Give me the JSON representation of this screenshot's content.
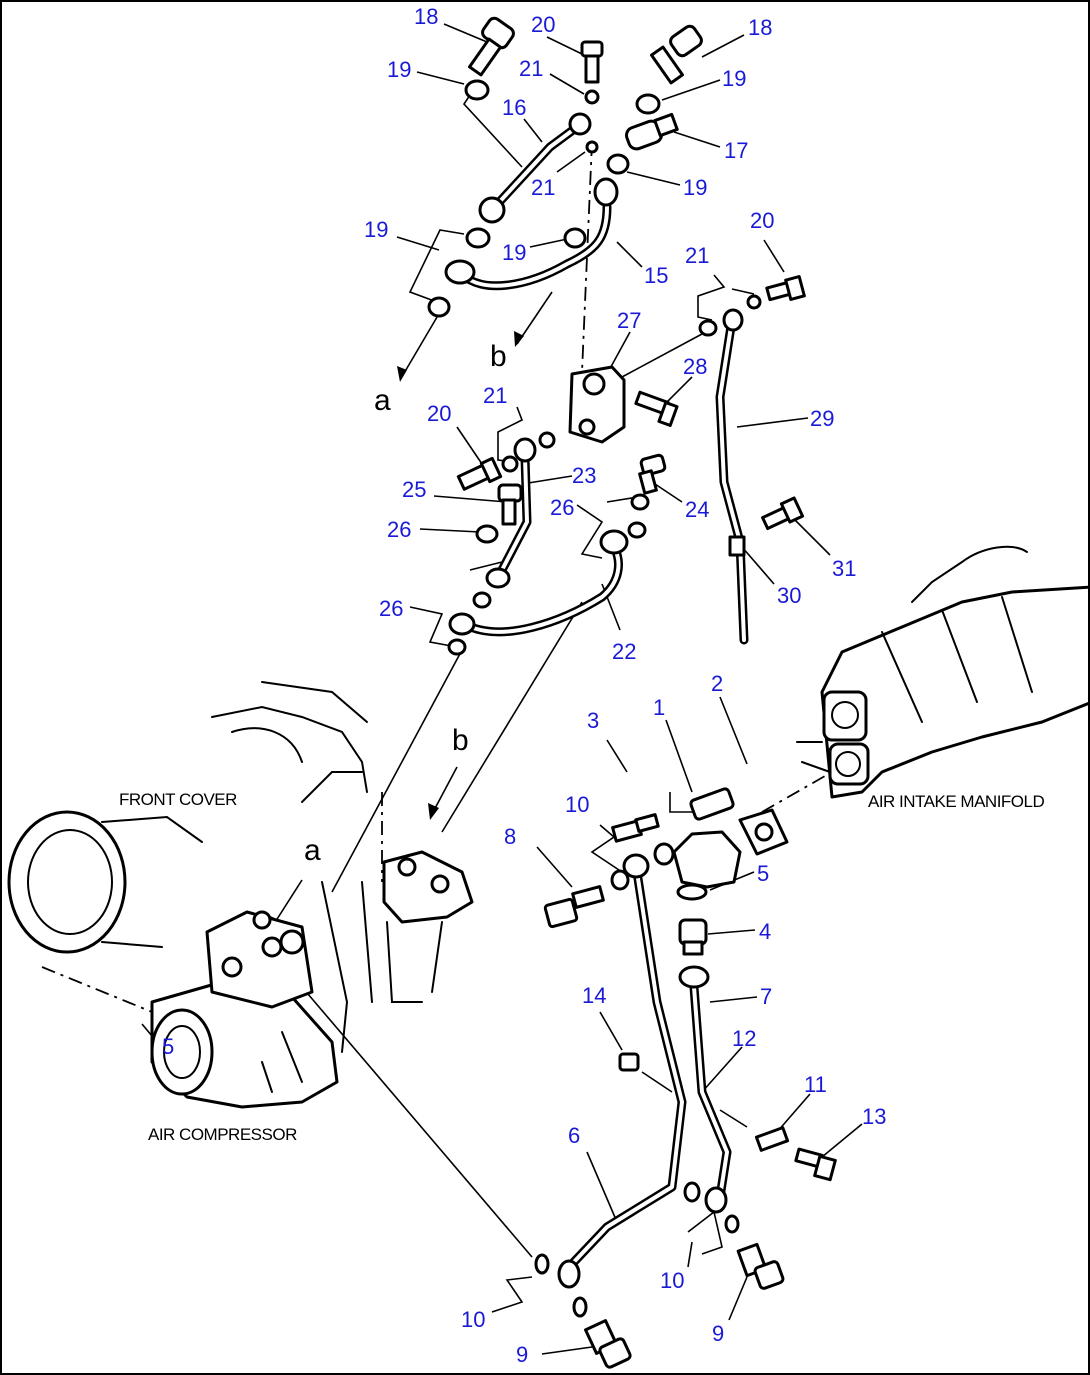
{
  "labels": {
    "front_cover": "FRONT COVER",
    "air_compressor": "AIR COMPRESSOR",
    "air_intake_manifold": "AIR INTAKE MANIFOLD"
  },
  "letters": {
    "a": "a",
    "b": "b"
  },
  "callouts": {
    "n1": "1",
    "n2": "2",
    "n3": "3",
    "n4": "4",
    "n5": "5",
    "n6": "6",
    "n7": "7",
    "n8": "8",
    "n9": "9",
    "n10": "10",
    "n11": "11",
    "n12": "12",
    "n13": "13",
    "n14": "14",
    "n15": "15",
    "n16": "16",
    "n17": "17",
    "n18": "18",
    "n19": "19",
    "n20": "20",
    "n21": "21",
    "n22": "22",
    "n23": "23",
    "n24": "24",
    "n25": "25",
    "n26": "26",
    "n27": "27",
    "n28": "28",
    "n29": "29",
    "n30": "30",
    "n31": "31"
  },
  "colors": {
    "callout": "#1a1ad6",
    "line": "#000000",
    "background": "#ffffff"
  }
}
